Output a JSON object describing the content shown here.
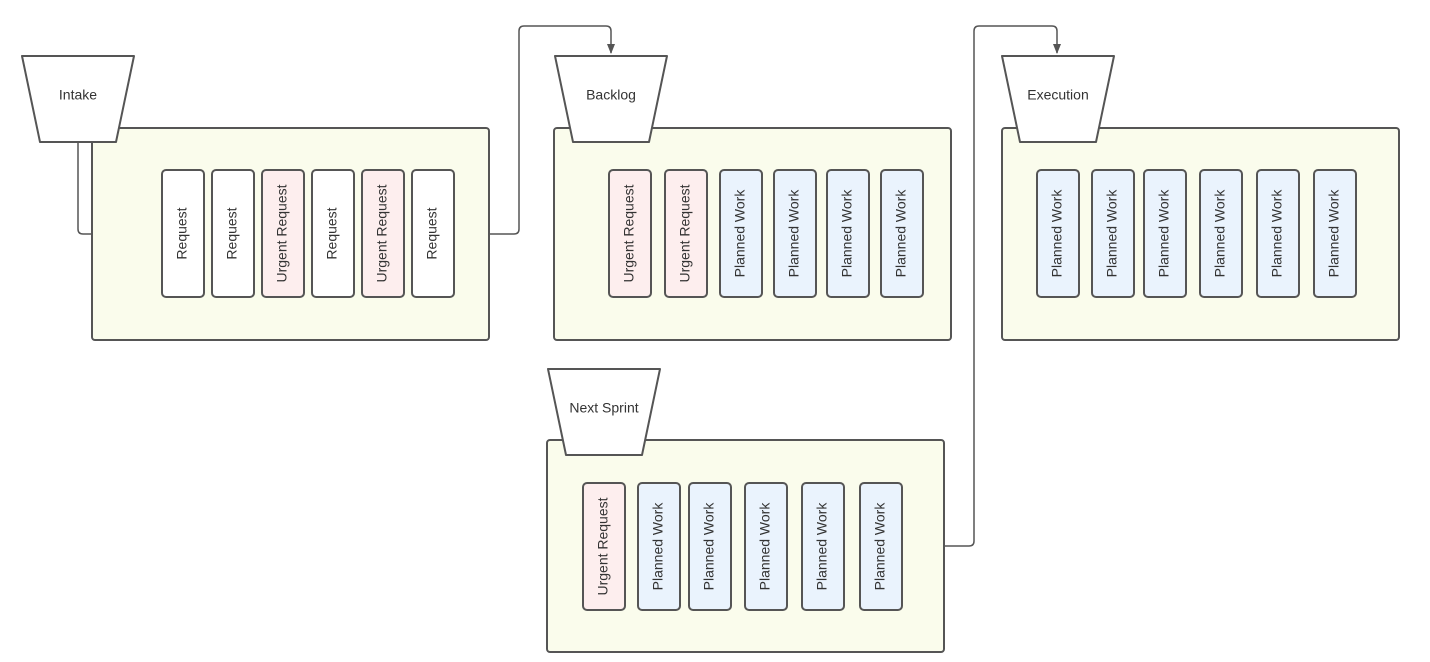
{
  "colors": {
    "container_fill": "#fafcec",
    "stroke": "#555555",
    "card_plain": "#ffffff",
    "card_urgent": "#fdeeee",
    "card_planned": "#eaf3fd",
    "text": "#333333"
  },
  "stages": [
    {
      "id": "intake",
      "label": "Intake",
      "cards": [
        {
          "text": "Request",
          "kind": "plain"
        },
        {
          "text": "Request",
          "kind": "plain"
        },
        {
          "text": "Urgent Request",
          "kind": "urgent"
        },
        {
          "text": "Request",
          "kind": "plain"
        },
        {
          "text": "Urgent Request",
          "kind": "urgent"
        },
        {
          "text": "Request",
          "kind": "plain"
        }
      ]
    },
    {
      "id": "backlog",
      "label": "Backlog",
      "cards": [
        {
          "text": "Urgent Request",
          "kind": "urgent"
        },
        {
          "text": "Urgent Request",
          "kind": "urgent"
        },
        {
          "text": "Planned Work",
          "kind": "planned"
        },
        {
          "text": "Planned Work",
          "kind": "planned"
        },
        {
          "text": "Planned Work",
          "kind": "planned"
        },
        {
          "text": "Planned Work",
          "kind": "planned"
        }
      ]
    },
    {
      "id": "execution",
      "label": "Execution",
      "cards": [
        {
          "text": "Planned Work",
          "kind": "planned"
        },
        {
          "text": "Planned Work",
          "kind": "planned"
        },
        {
          "text": "Planned Work",
          "kind": "planned"
        },
        {
          "text": "Planned Work",
          "kind": "planned"
        },
        {
          "text": "Planned Work",
          "kind": "planned"
        },
        {
          "text": "Planned Work",
          "kind": "planned"
        }
      ]
    },
    {
      "id": "next-sprint",
      "label": "Next Sprint",
      "cards": [
        {
          "text": "Urgent Request",
          "kind": "urgent"
        },
        {
          "text": "Planned Work",
          "kind": "planned"
        },
        {
          "text": "Planned Work",
          "kind": "planned"
        },
        {
          "text": "Planned Work",
          "kind": "planned"
        },
        {
          "text": "Planned Work",
          "kind": "planned"
        },
        {
          "text": "Planned Work",
          "kind": "planned"
        }
      ]
    }
  ]
}
